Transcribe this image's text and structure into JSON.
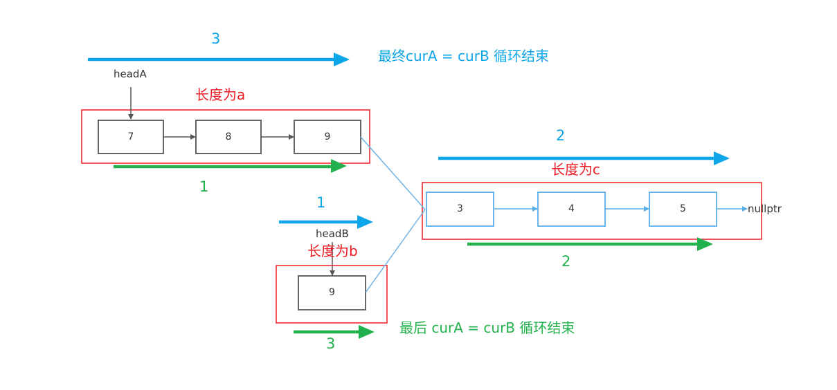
{
  "colors": {
    "blue": "#0ea5e9",
    "green": "#22b14c",
    "red": "#ed1c24",
    "node_dark": "#555555",
    "node_blue": "#5aaee6",
    "link_blue": "#6fb3e6"
  },
  "list_a": {
    "head_label": "headA",
    "length_label": "长度为a",
    "nodes": [
      "7",
      "8",
      "9"
    ]
  },
  "list_b": {
    "head_label": "headB",
    "length_label": "长度为b",
    "nodes": [
      "9"
    ]
  },
  "shared": {
    "length_label": "长度为c",
    "nodes": [
      "3",
      "4",
      "5"
    ],
    "tail_label": "nullptr"
  },
  "path_a": {
    "step1": "1",
    "step2": "2",
    "step3": "3",
    "end_label": "最终curA = curB 循环结束"
  },
  "path_b": {
    "step1": "1",
    "step2": "2",
    "step3": "3",
    "end_label": "最后 curA = curB 循环结束"
  }
}
